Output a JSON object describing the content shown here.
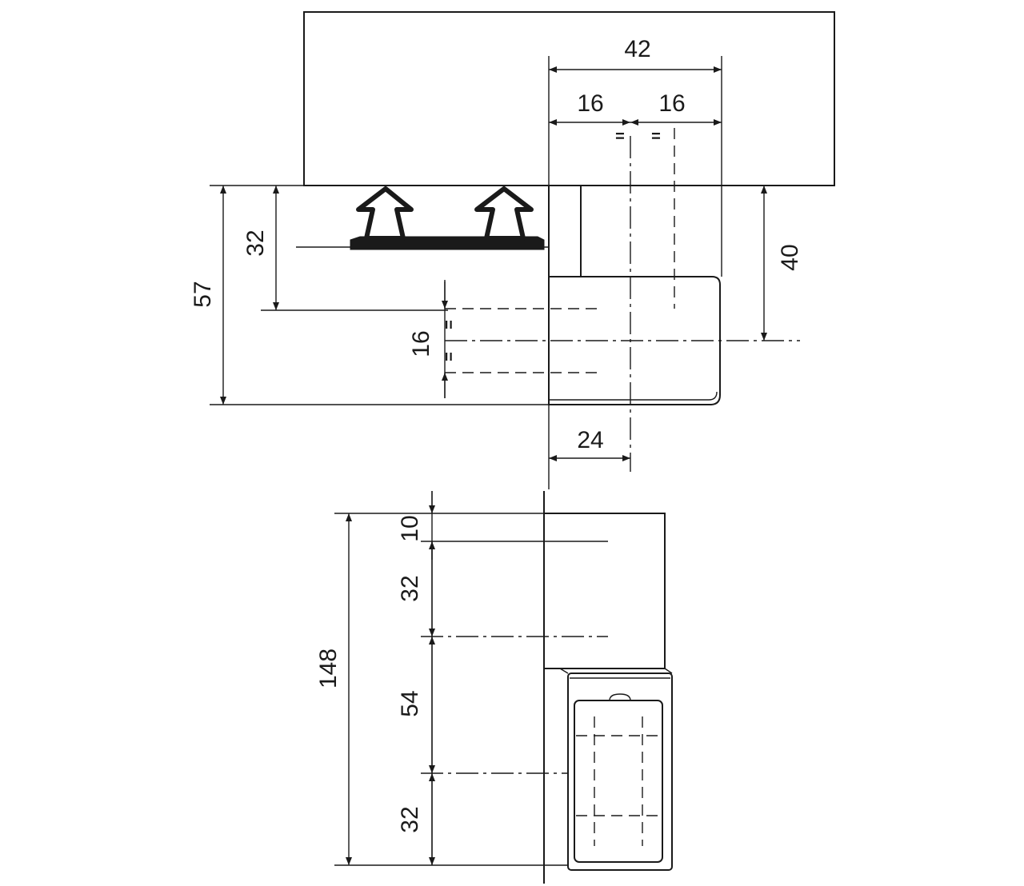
{
  "top_view": {
    "dims": {
      "d42": "42",
      "d16_left": "16",
      "d16_right": "16",
      "d32": "32",
      "d57": "57",
      "d40": "40",
      "d16_vert": "16",
      "d24": "24"
    },
    "equal_marks": {
      "eq1": "=",
      "eq2": "=",
      "eq3": "=",
      "eq4": "="
    }
  },
  "side_view": {
    "dims": {
      "d148": "148",
      "d10": "10",
      "d32_upper": "32",
      "d54": "54",
      "d32_lower": "32"
    }
  },
  "colors": {
    "line": "#1a1a1a",
    "background": "#ffffff",
    "body_fill": "#ffffff"
  }
}
